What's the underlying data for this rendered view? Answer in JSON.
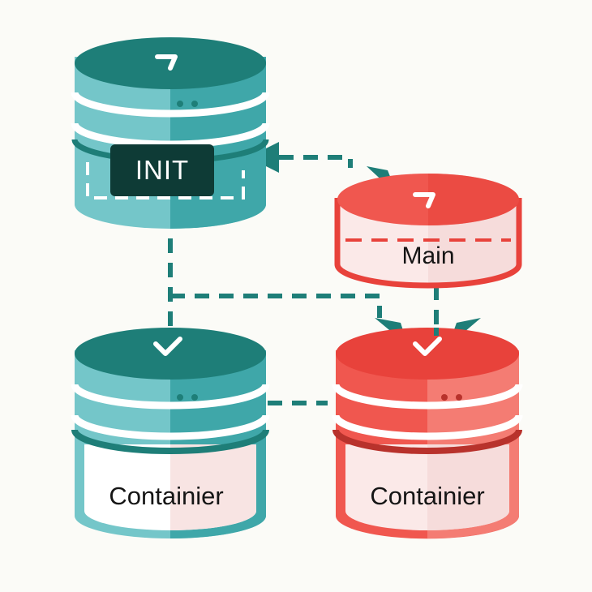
{
  "colors": {
    "teal_dark": "#1e7e78",
    "teal_mid": "#3fa7a9",
    "teal_light": "#74c6c9",
    "red_dark": "#e8423b",
    "red_mid": "#f0574f",
    "red_light": "#f8e4e3",
    "label_dark": "#0e3b36",
    "white": "#ffffff",
    "background": "#fbfbf7"
  },
  "nodes": {
    "init": {
      "label": "INIT",
      "icon": "chevron-right-icon"
    },
    "main": {
      "label": "Main",
      "icon": "chevron-right-icon"
    },
    "container_left": {
      "label": "Containier",
      "icon": "chevron-down-icon"
    },
    "container_right": {
      "label": "Containier",
      "icon": "chevron-down-icon"
    }
  },
  "connectors": [
    {
      "from": "main",
      "to": "init",
      "style": "dashed",
      "arrow": "init"
    },
    {
      "from": "init",
      "to": "main",
      "style": "dashed",
      "arrow": "main"
    },
    {
      "from": "init",
      "to": "container_left",
      "style": "dashed",
      "arrow": "container_left"
    },
    {
      "from": "init",
      "to": "container_right",
      "style": "dashed",
      "arrow": "container_right"
    },
    {
      "from": "main",
      "to": "container_right",
      "style": "dashed",
      "arrow": "container_right"
    },
    {
      "from": "container_left",
      "to": "container_right",
      "style": "dashed",
      "arrow": "none"
    }
  ]
}
